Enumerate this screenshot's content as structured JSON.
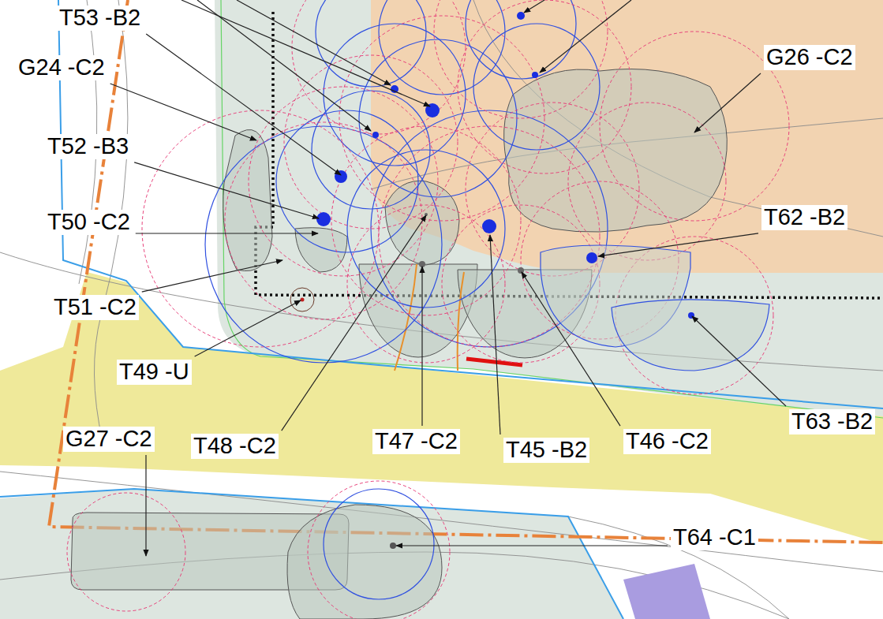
{
  "diagram": {
    "labels": [
      "T53 -B2",
      "G24 -C2",
      "T52 -B3",
      "T50 -C2",
      "T51 -C2",
      "T49 -U",
      "T48 -C2",
      "T47 -C2",
      "T45 -B2",
      "T46 -C2",
      "T63 -B2",
      "T62 -B2",
      "G26 -C2",
      "G27 -C2",
      "T64 -C1"
    ]
  }
}
